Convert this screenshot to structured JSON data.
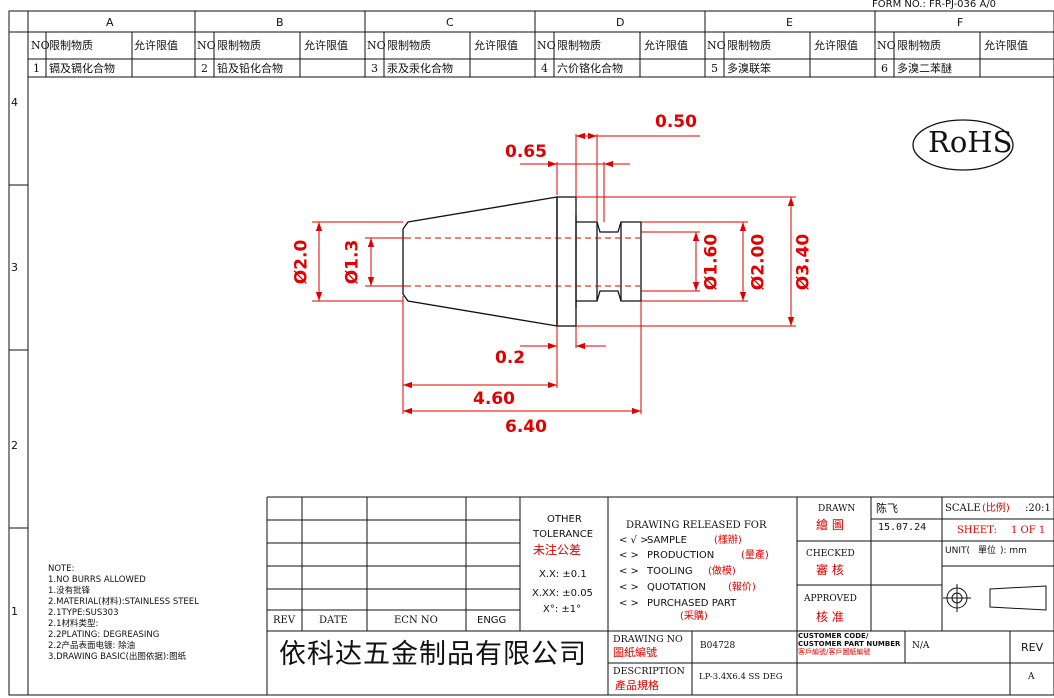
{
  "form_no": "FORM NO.: FR-PJ-036 A/0",
  "columns": [
    "A",
    "B",
    "C",
    "D",
    "E",
    "F"
  ],
  "rows": [
    "4",
    "3",
    "2",
    "1"
  ],
  "materials_header": {
    "no": "NO",
    "substance": "限制物质",
    "limit": "允许限值"
  },
  "materials": [
    {
      "no": "1",
      "substance": "镉及镉化合物"
    },
    {
      "no": "2",
      "substance": "铅及铅化合物"
    },
    {
      "no": "3",
      "substance": "汞及汞化合物"
    },
    {
      "no": "4",
      "substance": "六价铬化合物"
    },
    {
      "no": "5",
      "substance": "多溴联笨"
    },
    {
      "no": "6",
      "substance": "多溴二苯醚"
    }
  ],
  "rohs": "RoHS",
  "dimensions": {
    "d050": "0.50",
    "d065": "0.65",
    "d02": "0.2",
    "d460": "4.60",
    "d640": "6.40",
    "dia20": "Ø2.0",
    "dia13": "Ø1.3",
    "dia160": "Ø1.60",
    "dia200": "Ø2.00",
    "dia340": "Ø3.40"
  },
  "revision_table": {
    "rev": "REV",
    "date": "DATE",
    "ecn": "ECN NO",
    "engg": "ENGG"
  },
  "tolerance": {
    "title1": "OTHER",
    "title2": "TOLERANCE",
    "title_cn": "未注公差",
    "x1": "X.X: ±0.1",
    "x2": "X.XX: ±0.05",
    "ang": "X°: ±1°"
  },
  "release": {
    "title": "DRAWING RELEASED FOR",
    "items": [
      {
        "mark": "< √ >",
        "label": "SAMPLE",
        "cn": "(樣辦)"
      },
      {
        "mark": "<   >",
        "label": "PRODUCTION",
        "cn": "(量產)"
      },
      {
        "mark": "<   >",
        "label": "TOOLING",
        "cn": "(做模)"
      },
      {
        "mark": "<   >",
        "label": "QUOTATION",
        "cn": "(報价)"
      },
      {
        "mark": "<   >",
        "label": "PURCHASED PART",
        "cn": "(采購)"
      }
    ]
  },
  "approval": {
    "drawn": "DRAWN",
    "drawn_cn": "繪 圖",
    "drawn_by": "陈飞",
    "drawn_date": "15.07.24",
    "checked": "CHECKED",
    "checked_cn": "審 核",
    "approved": "APPROVED",
    "approved_cn": "核 准"
  },
  "scale": {
    "label": "SCALE",
    "label_cn": "(比例)",
    "value": ":20:1"
  },
  "sheet": {
    "label": "SHEET:",
    "value": "1 OF 1"
  },
  "unit": {
    "label": "UNIT(",
    "label_cn": "單位",
    "value": "): mm"
  },
  "drawing_no": {
    "label": "DRAWING NO",
    "label_cn": "圖紙編號",
    "value": "B04728"
  },
  "customer": {
    "line1": "CUSTOMER CODE/",
    "line2": "CUSTOMER PART NUMBER",
    "line3": "客戶編號/客戶圖紙編號",
    "value": "N/A"
  },
  "rev": {
    "label": "REV",
    "value": "A"
  },
  "description": {
    "label": "DESCRIPTION",
    "label_cn": "產品規格",
    "value": "LP-3.4X6.4 SS DEG"
  },
  "company": "依科达五金制品有限公司",
  "notes": [
    "NOTE:",
    "1.NO BURRS ALLOWED",
    "1.没有批锋",
    "2.MATERIAL(材料):STAINLESS STEEL",
    "2.1TYPE:SUS303",
    "2.1材料类型:",
    "2.2PLATING: DEGREASING",
    "2.2产品表面电镀: 除油",
    "3.DRAWING BASIC(出图依据):图纸"
  ],
  "colors": {
    "dimension": "#e00000",
    "line": "#111111"
  }
}
